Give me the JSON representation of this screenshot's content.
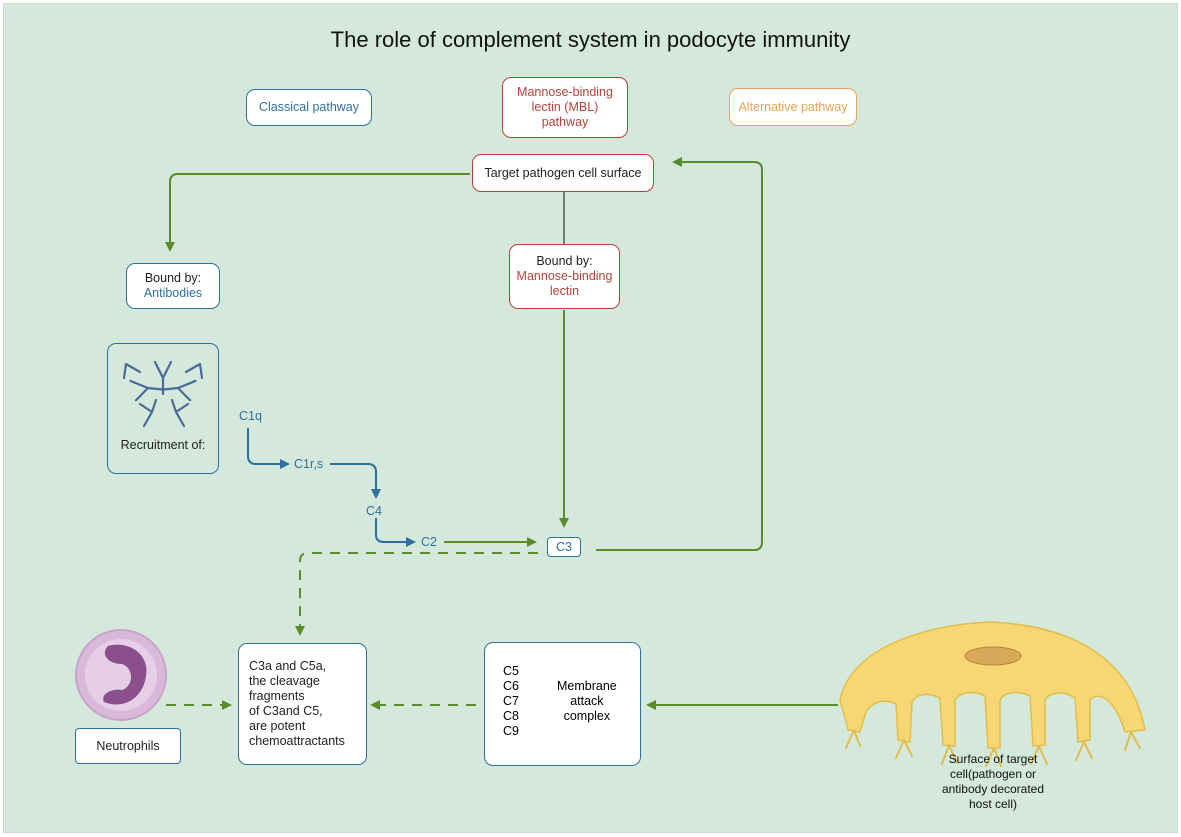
{
  "title": "The role of complement system in podocyte immunity",
  "pathways": {
    "classical": "Classical pathway",
    "mbl_line1": "Mannose-binding",
    "mbl_line2": "lectin (MBL)",
    "mbl_line3": "pathway",
    "alternative": "Alternative pathway"
  },
  "target_surface": "Target pathogen cell surface",
  "bound_antibodies": {
    "label": "Bound by:",
    "value": "Antibodies"
  },
  "bound_mbl": {
    "label": "Bound by:",
    "value_line1": "Mannose-binding",
    "value_line2": "lectin"
  },
  "recruitment": "Recruitment of:",
  "cascade": {
    "c1q": "C1q",
    "c1rs": "C1r,s",
    "c4": "C4",
    "c2": "C2",
    "c3": "C3"
  },
  "chemo": {
    "line1": "C3a and C5a,",
    "line2": "the cleavage",
    "line3": "fragments",
    "line4": "of C3and C5,",
    "line5": "are potent",
    "line6": "chemoattractants"
  },
  "mac": {
    "components": [
      "C5",
      "C6",
      "C7",
      "C8",
      "C9"
    ],
    "line1": "Membrane",
    "line2": "attack",
    "line3": "complex"
  },
  "neutrophils": "Neutrophils",
  "target_cell_caption": {
    "line1": "Surface of target",
    "line2": "cell(pathogen or",
    "line3": "antibody decorated",
    "line4": "host cell)"
  },
  "colors": {
    "background": "#d4e9dc",
    "green_arrow": "#5a8c2e",
    "blue": "#2f6fa0",
    "red": "#b5423a",
    "orange": "#e7a455",
    "neutrophil_membrane": "#d9b8d9",
    "neutrophil_nucleus": "#8a4f8c",
    "podocyte_fill": "#f7d774",
    "podocyte_nucleus": "#d9a95a"
  }
}
